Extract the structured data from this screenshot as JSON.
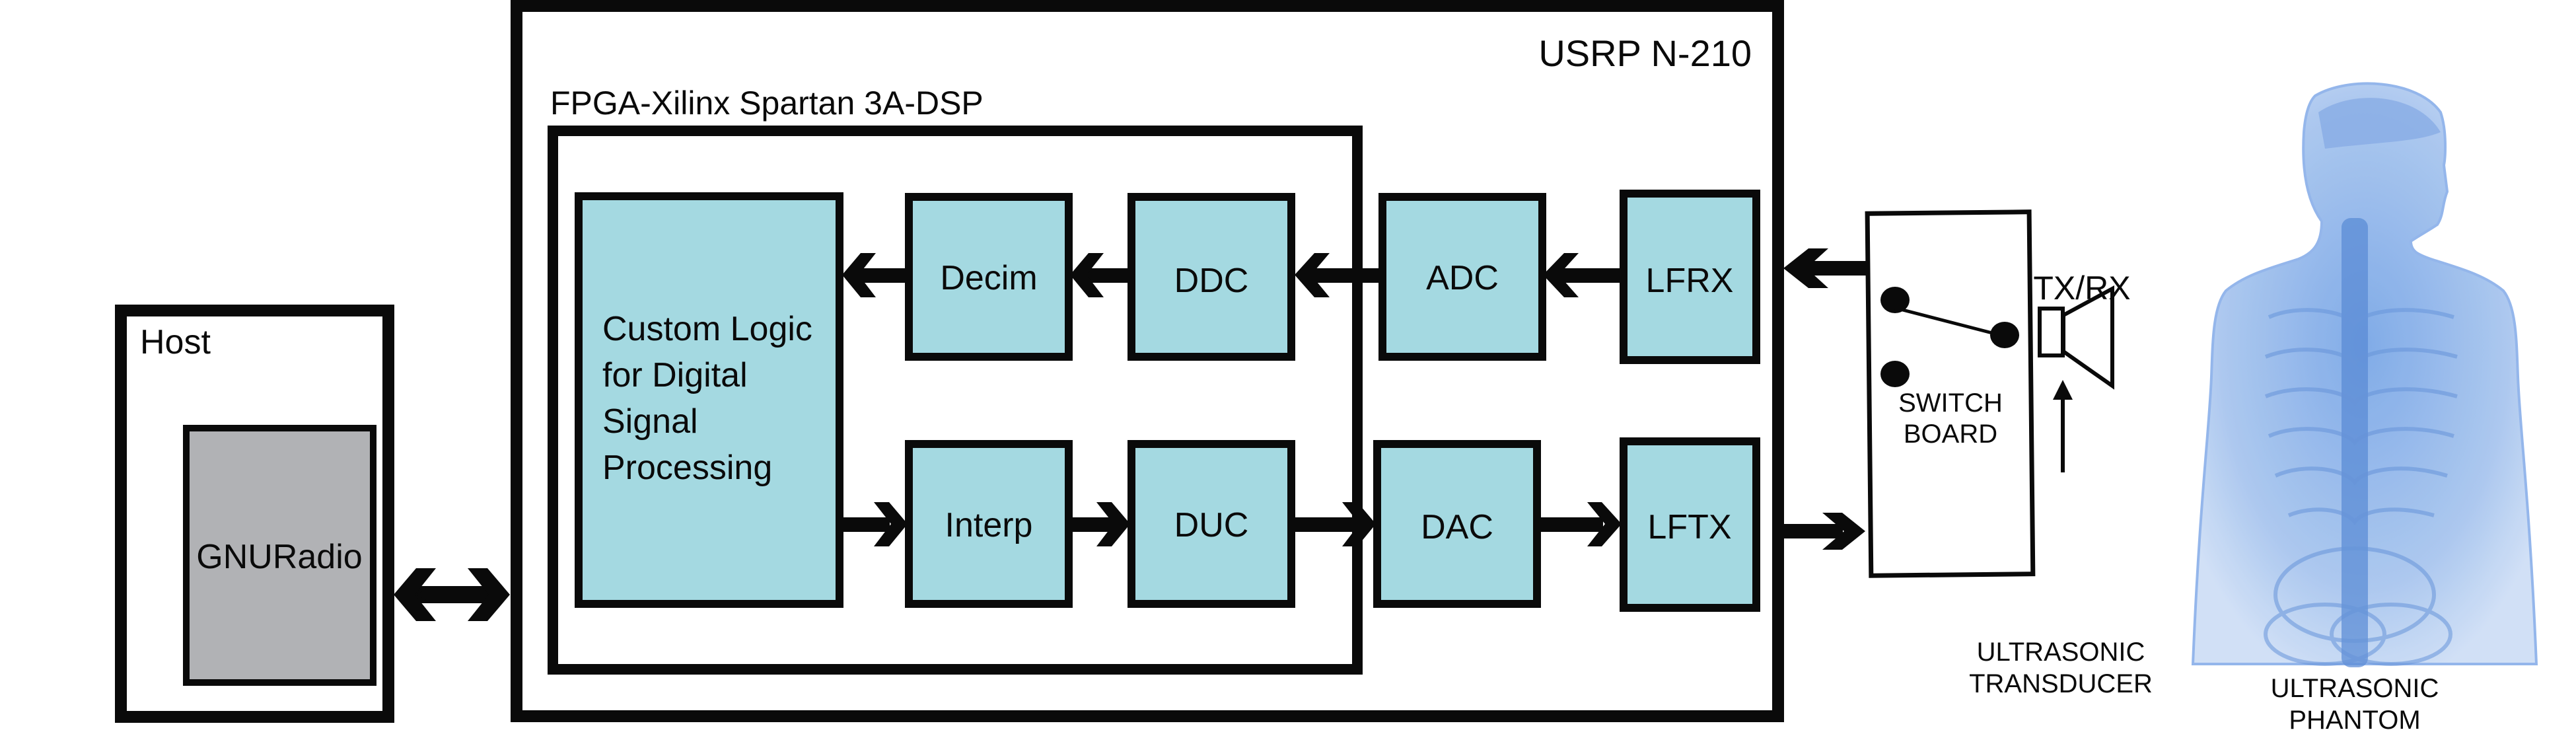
{
  "diagram": {
    "host": {
      "label": "Host",
      "software": "GNURadio"
    },
    "usrp": {
      "label": "USRP N-210"
    },
    "fpga": {
      "label": "FPGA-Xilinx Spartan 3A-DSP",
      "custom_logic": [
        "Custom Logic",
        "for Digital",
        "Signal",
        "Processing"
      ],
      "rx_chain": [
        "Decim",
        "DDC"
      ],
      "tx_chain": [
        "Interp",
        "DUC"
      ]
    },
    "converters": {
      "adc": "ADC",
      "dac": "DAC"
    },
    "frontends": {
      "rx": "LFRX",
      "tx": "LFTX"
    },
    "switch_board": {
      "line1": "SWITCH",
      "line2": "BOARD"
    },
    "txrx_label": "TX/RX",
    "transducer": {
      "line1": "ULTRASONIC",
      "line2": "TRANSDUCER"
    },
    "phantom": {
      "line1": "ULTRASONIC",
      "line2": "PHANTOM"
    },
    "colors": {
      "block_fill": "#a4d9e1",
      "software_fill": "#b1b2b5",
      "phantom_blue": "#5b8fd6"
    }
  }
}
